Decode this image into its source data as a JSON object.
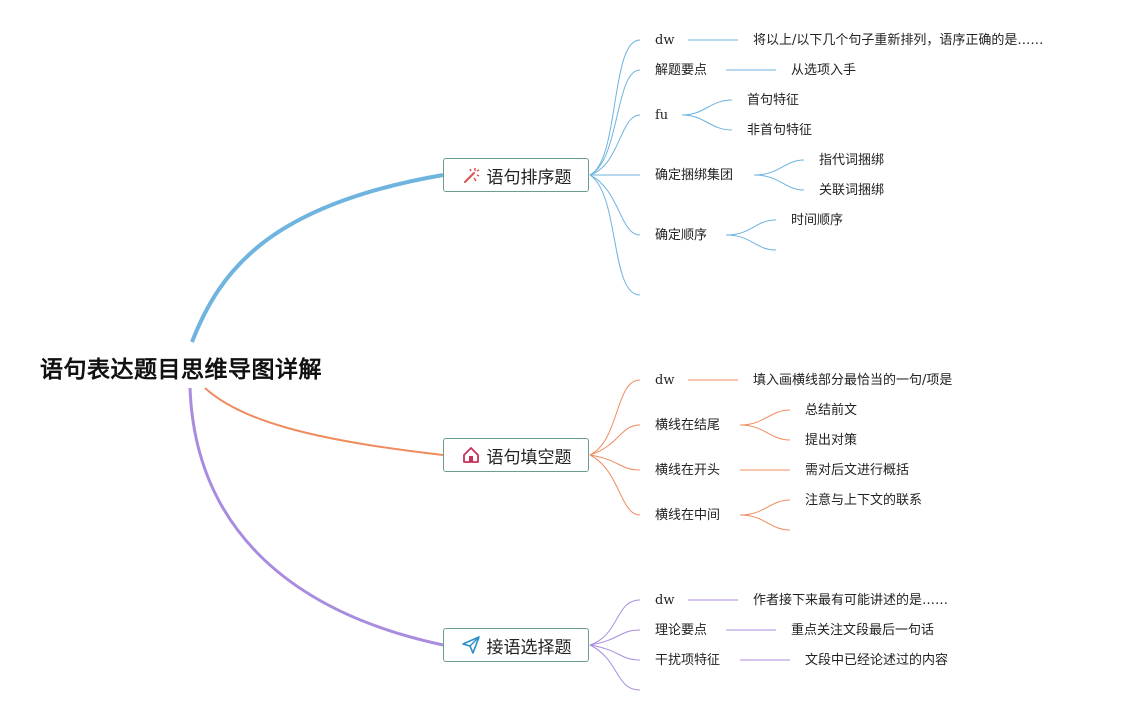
{
  "colors": {
    "blue": "#6fb3df",
    "orange": "#ef8c5e",
    "purple": "#a98ce0",
    "box_border": "#6a9e8c"
  },
  "root": {
    "title": "语句表达题目思维导图详解"
  },
  "branches": [
    {
      "label": "语句排序题",
      "icon": "magic-wand-icon",
      "children": [
        {
          "label": "dw",
          "detail": [
            "将以上/以下几个句子重新排列，语序正确的是……"
          ]
        },
        {
          "label": "解题要点",
          "detail": [
            "从选项入手"
          ]
        },
        {
          "label": "fu",
          "detail": [
            "首句特征",
            "非首句特征"
          ]
        },
        {
          "label": "确定捆绑集团",
          "detail": [
            "指代词捆绑",
            "关联词捆绑"
          ]
        },
        {
          "label": "确定顺序",
          "detail": [
            "时间顺序"
          ]
        }
      ]
    },
    {
      "label": "语句填空题",
      "icon": "house-icon",
      "children": [
        {
          "label": "dw",
          "detail": [
            "填入画横线部分最恰当的一句/项是"
          ]
        },
        {
          "label": "横线在结尾",
          "detail": [
            "总结前文",
            "提出对策"
          ]
        },
        {
          "label": "横线在开头",
          "detail": [
            "需对后文进行概括"
          ]
        },
        {
          "label": "横线在中间",
          "detail": [
            "注意与上下文的联系"
          ]
        }
      ]
    },
    {
      "label": "接语选择题",
      "icon": "paper-plane-icon",
      "children": [
        {
          "label": "dw",
          "detail": [
            "作者接下来最有可能讲述的是……"
          ]
        },
        {
          "label": "理论要点",
          "detail": [
            "重点关注文段最后一句话"
          ]
        },
        {
          "label": "干扰项特征",
          "detail": [
            "文段中已经论述过的内容"
          ]
        }
      ]
    }
  ]
}
